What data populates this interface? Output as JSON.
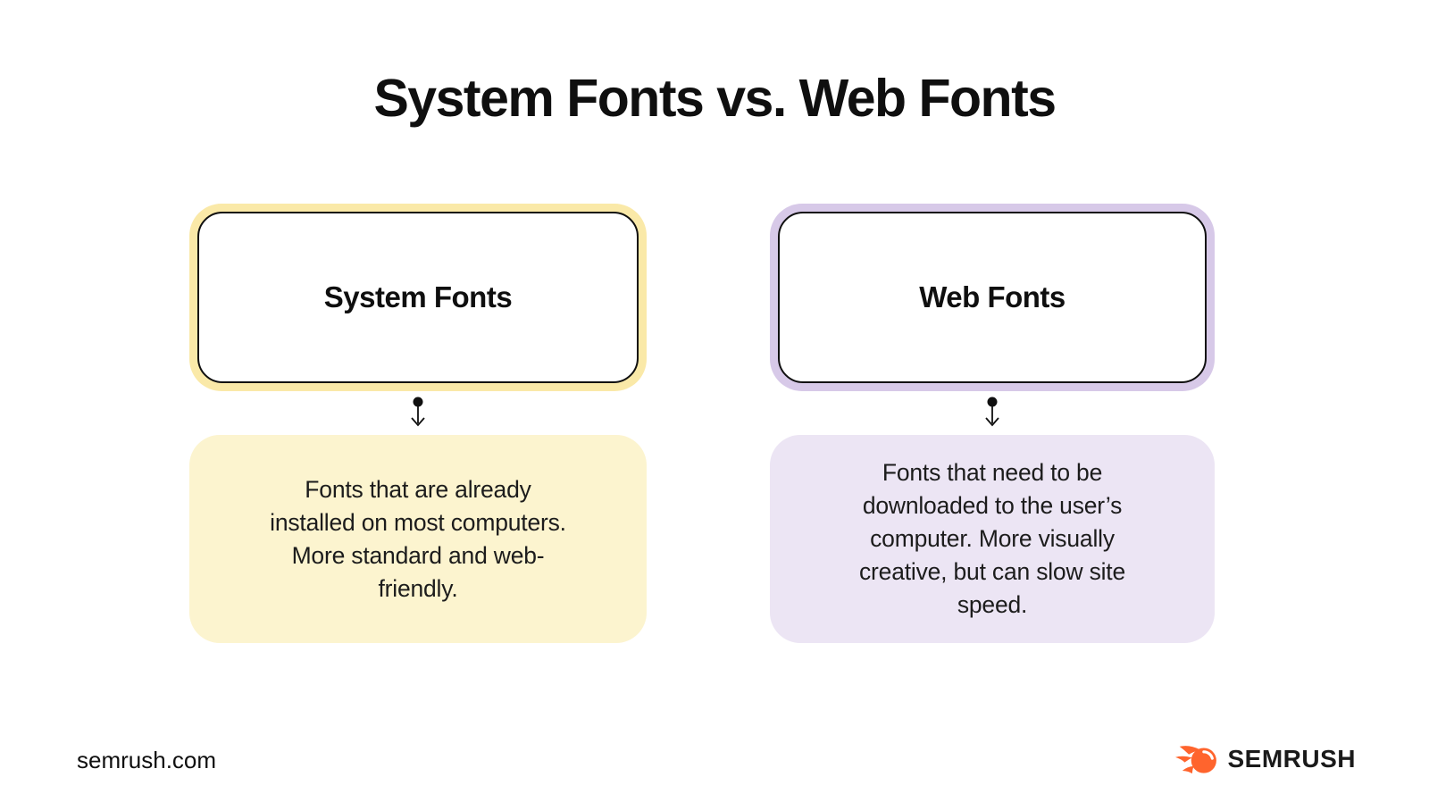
{
  "title": "System Fonts vs. Web Fonts",
  "columns": [
    {
      "id": "system-fonts",
      "heading": "System Fonts",
      "description": "Fonts that are already\ninstalled on most computers.\nMore standard and web-\nfriendly.",
      "accent_border_color": "#FAE9A8",
      "panel_fill_color": "#FCF4CF"
    },
    {
      "id": "web-fonts",
      "heading": "Web Fonts",
      "description": "Fonts that need to be\ndownloaded to the user’s\ncomputer. More visually\ncreative, but can slow site\nspeed.",
      "accent_border_color": "#D7C9E8",
      "panel_fill_color": "#ECE5F4"
    }
  ],
  "footer": {
    "website": "semrush.com",
    "logo_text": "SEMRUSH",
    "logo_flame_color": "#FF642D",
    "line_color": "#101010"
  }
}
